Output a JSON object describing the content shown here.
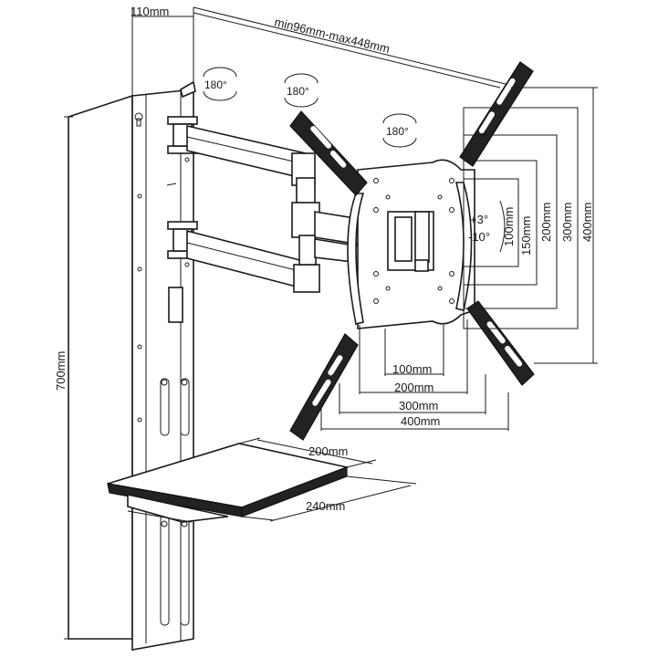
{
  "dimensions": {
    "wall_offset": "110mm",
    "arm_extension": "min96mm-max448mm",
    "height": "700mm",
    "shelf_depth": "200mm",
    "shelf_width": "240mm",
    "tilt": [
      "+3°",
      "-10°"
    ],
    "vesa_horizontal": [
      "100mm",
      "200mm",
      "300mm",
      "400mm"
    ],
    "vesa_vertical": [
      "100mm",
      "150mm",
      "200mm",
      "300mm",
      "400mm"
    ]
  },
  "rotations": [
    "180°",
    "180°",
    "180°"
  ]
}
